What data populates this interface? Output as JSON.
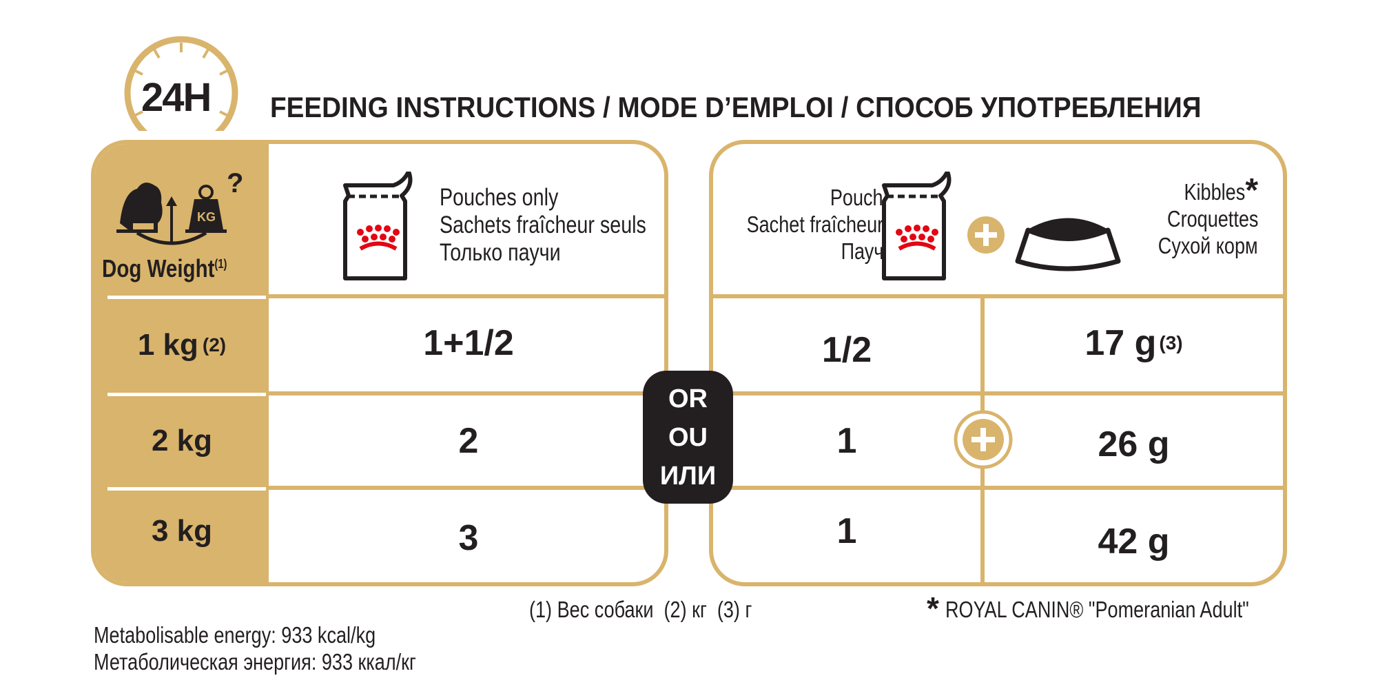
{
  "header": {
    "clock_label": "24H",
    "title": "FEEDING INSTRUCTIONS / MODE D’EMPLOI / СПОСОБ УПОТРЕБЛЕНИЯ"
  },
  "left_panel": {
    "weight_header": "Dog Weight",
    "weight_sup": "(1)",
    "pouches_label": [
      "Pouches only",
      "Sachets fraîcheur seuls",
      "Только паучи"
    ],
    "rows": [
      {
        "weight": "1 kg",
        "weight_sup": "(2)",
        "pouches": "1+1/2"
      },
      {
        "weight": "2 kg",
        "weight_sup": "",
        "pouches": "2"
      },
      {
        "weight": "3 kg",
        "weight_sup": "",
        "pouches": "3"
      }
    ]
  },
  "or_badge": [
    "OR",
    "OU",
    "ИЛИ"
  ],
  "right_panel": {
    "pouch_label": [
      "Pouch",
      "Sachet fraîcheur",
      "Пауч"
    ],
    "kibbles_label": [
      "Kibbles",
      "Croquettes",
      "Сухой корм"
    ],
    "kibbles_star": "*",
    "rows": [
      {
        "pouch": "1/2",
        "kibbles": "17 g",
        "kibbles_sup": "(3)"
      },
      {
        "pouch": "1",
        "kibbles": "26 g",
        "kibbles_sup": ""
      },
      {
        "pouch": "1",
        "kibbles": "42 g",
        "kibbles_sup": ""
      }
    ]
  },
  "footnotes": {
    "translations": "(1) Вес собаки  (2) кг  (3) г",
    "star": "*",
    "product": "ROYAL CANIN® \"Pomeranian Adult\""
  },
  "energy": [
    "Metabolisable energy: 933 kcal/kg",
    "Метаболическая энергия: 933 ккал/кг"
  ],
  "colors": {
    "gold": "#d9b46c",
    "dark": "#231f20",
    "red": "#e30613"
  }
}
